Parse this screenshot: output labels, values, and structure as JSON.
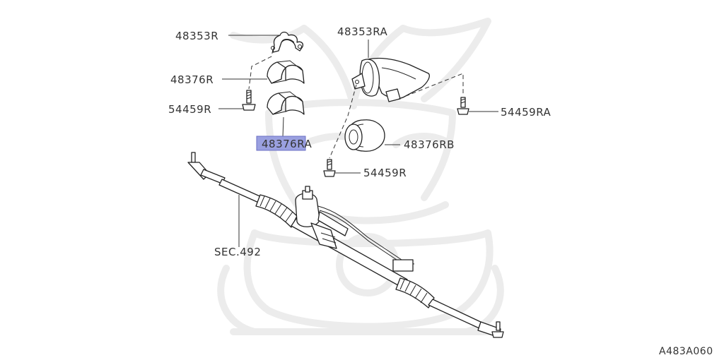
{
  "diagram": {
    "colors": {
      "highlight": "#9aa0e0",
      "highlight_border": "#6b6fc4",
      "line": "#222222",
      "watermark": "#ececec"
    },
    "labels": {
      "clamp_r": "48353R",
      "clamp_ra": "48353RA",
      "insulator_r": "48376R",
      "insulator_ra": "48376RA",
      "insulator_rb": "48376RB",
      "bolt_r_upper": "54459R",
      "bolt_r_lower": "54459R",
      "bolt_ra": "54459RA",
      "section_ref": "SEC.492"
    },
    "figure_code": "A483A060"
  }
}
